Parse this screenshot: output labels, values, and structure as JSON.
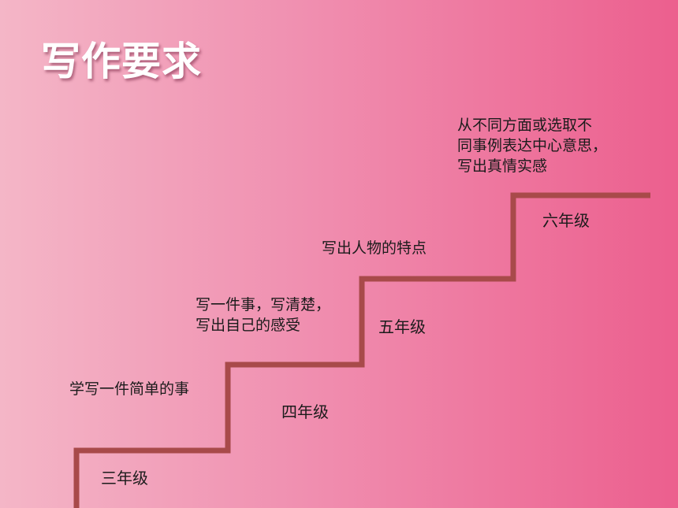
{
  "title": "写作要求",
  "stair_color": "#a84a4a",
  "steps": [
    {
      "grade": "三年级",
      "desc": [
        "学写一件简单的事"
      ]
    },
    {
      "grade": "四年级",
      "desc": [
        "写一件事，写清楚，",
        "写出自己的感受"
      ]
    },
    {
      "grade": "五年级",
      "desc": [
        "写出人物的特点"
      ]
    },
    {
      "grade": "六年级",
      "desc": [
        "从不同方面或选取不",
        "同事例表达中心意思，",
        "写出真情实感"
      ]
    }
  ]
}
